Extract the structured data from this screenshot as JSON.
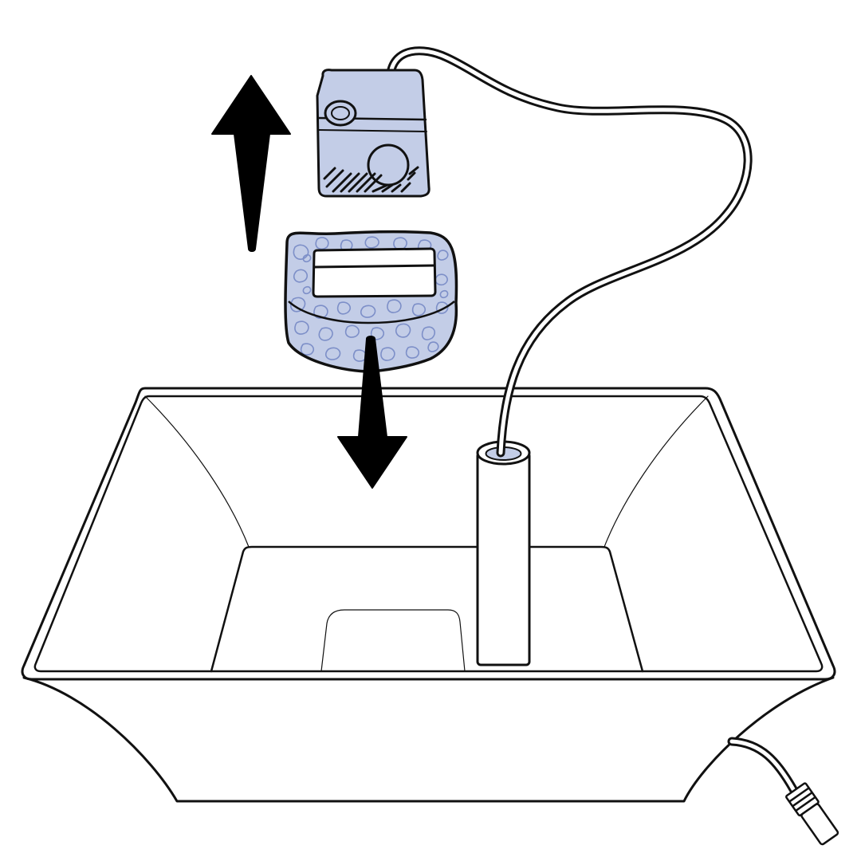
{
  "diagram": {
    "kind": "assembly-illustration",
    "colors": {
      "outline": "#111111",
      "fill": "#ffffff",
      "part_fill": "#c3cde7",
      "sponge_pattern": "#7d8fc8",
      "arrow": "#000000"
    },
    "parts": [
      {
        "id": "pump",
        "icon": "water-pump-icon"
      },
      {
        "id": "sponge-filter",
        "icon": "sponge-filter-icon"
      },
      {
        "id": "power-cord",
        "icon": "cable-icon"
      },
      {
        "id": "outlet-tube",
        "icon": "tube-icon"
      },
      {
        "id": "basin",
        "icon": "basin-icon"
      },
      {
        "id": "cord-plug",
        "icon": "plug-icon"
      }
    ],
    "arrows": [
      {
        "id": "remove-pump",
        "direction": "up"
      },
      {
        "id": "insert-filter",
        "direction": "down"
      }
    ]
  }
}
